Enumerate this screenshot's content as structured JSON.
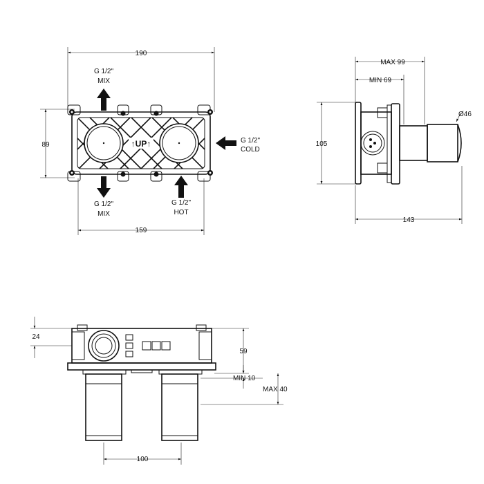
{
  "front_view": {
    "dim_width": "190",
    "dim_height": "89",
    "dim_centers": "159",
    "top_port": {
      "size": "G 1/2\"",
      "name": "MIX"
    },
    "bottom_mix_port": {
      "size": "G 1/2\"",
      "name": "MIX"
    },
    "bottom_hot_port": {
      "size": "G 1/2\"",
      "name": "HOT"
    },
    "right_port": {
      "size": "G 1/2\"",
      "name": "COLD"
    },
    "up_label": "↑UP↑"
  },
  "side_view": {
    "dim_max": "MAX 99",
    "dim_min": "MIN 69",
    "dim_diameter": "Ø46",
    "dim_height": "105",
    "dim_depth": "143"
  },
  "bottom_view": {
    "dim_24": "24",
    "dim_59": "59",
    "dim_min": "MIN 10",
    "dim_max": "MAX 40",
    "dim_100": "100"
  }
}
